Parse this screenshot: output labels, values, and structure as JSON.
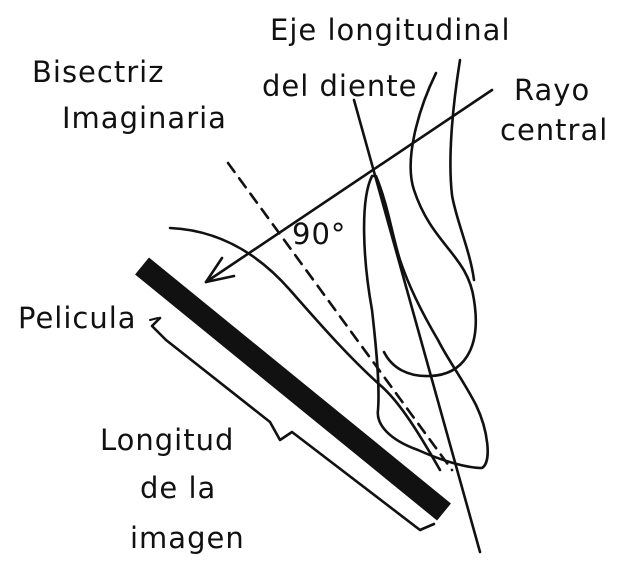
{
  "labels": {
    "bisectriz_line1": "Bisectriz",
    "bisectriz_line2": "Imaginaria",
    "eje_line1": "Eje longitudinal",
    "eje_line2": "del diente",
    "rayo_line1": "Rayo",
    "rayo_line2": "central",
    "angulo": "90°",
    "pelicula": "Pelicula",
    "longitud_line1": "Longitud",
    "longitud_line2": "de la",
    "longitud_line3": "imagen"
  },
  "colors": {
    "ink": "#111111",
    "background": "#ffffff"
  }
}
